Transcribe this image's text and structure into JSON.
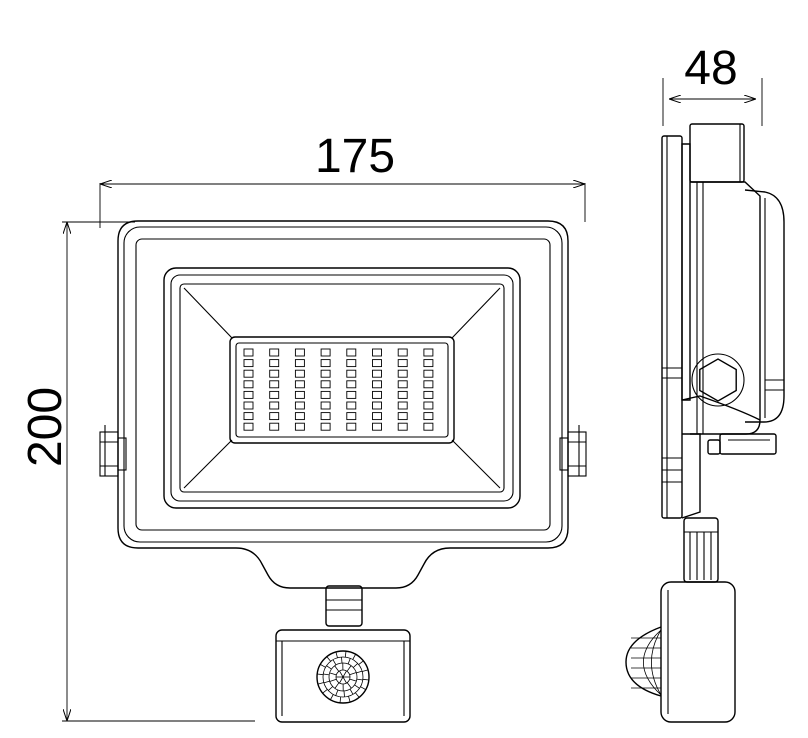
{
  "dimensions": {
    "width": "175",
    "height": "200",
    "depth": "48"
  },
  "led_grid": {
    "rows": 8,
    "cols": 8
  },
  "colors": {
    "line": "#000000",
    "background": "#ffffff"
  }
}
